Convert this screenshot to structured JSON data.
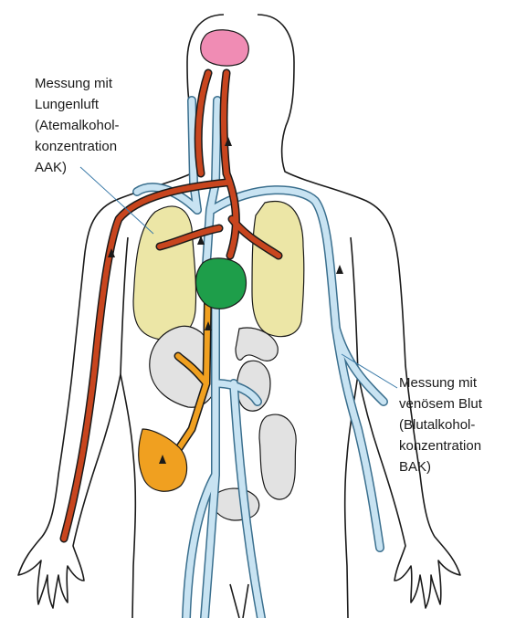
{
  "labels": {
    "lung_air": {
      "lines": [
        "Messung mit",
        "Lungenluft",
        "(Atemalkohol-",
        "konzentration",
        "AAK)"
      ]
    },
    "venous_blood": {
      "lines": [
        "Messung mit",
        "venösem Blut",
        "(Blutalkohol-",
        "konzentration",
        "BAK)"
      ]
    }
  },
  "colors": {
    "outline": "#1a1a1a",
    "artery": "#c8451e",
    "vein": "#c8e3f2",
    "vein_stroke": "#3a6f8e",
    "portal": "#f0a020",
    "heart": "#1e9e4a",
    "brain": "#f08cb4",
    "lung": "#ece6a6",
    "organ": "#e2e2e2",
    "leader": "#3a7aa8"
  },
  "icons": [
    "brain-icon",
    "heart-icon",
    "lung-icon",
    "liver-icon",
    "intestine-icon",
    "kidney-icon",
    "stomach-icon"
  ]
}
